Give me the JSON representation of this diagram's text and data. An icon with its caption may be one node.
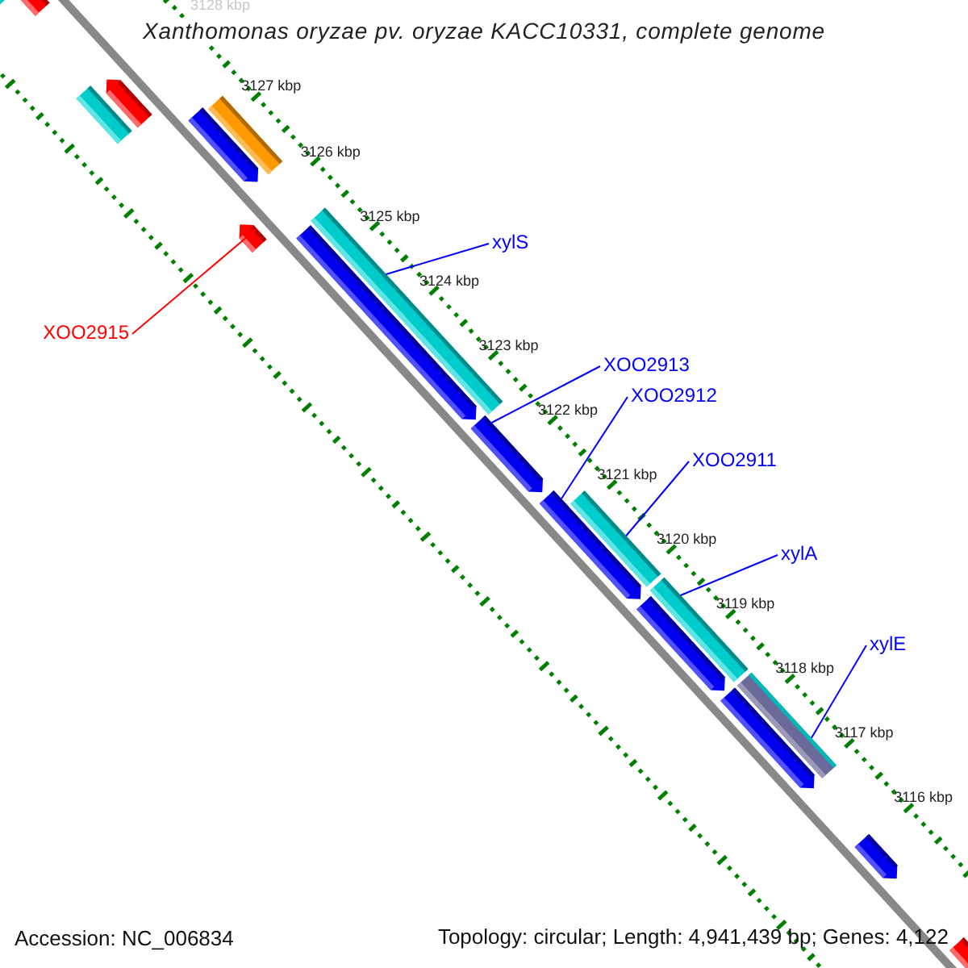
{
  "diagram": {
    "title": "Xanthomonas oryzae pv. oryzae KACC10331, complete genome",
    "nodes": [
      {
        "text": [
          "xylS"
        ]
      },
      {
        "text": [
          "XOO2913"
        ]
      },
      {
        "text": [
          "XOO2912"
        ]
      },
      {
        "text": [
          "XOO2911"
        ]
      },
      {
        "text": [
          "xylA"
        ]
      },
      {
        "text": [
          "xylE"
        ]
      },
      {
        "text": [
          "XOO2915"
        ]
      },
      {
        "text": [],
        "shape": "pentagon"
      },
      {
        "text": [],
        "shape": "bar"
      },
      {
        "text": [],
        "shape": "pentagon"
      },
      {
        "text": [],
        "shape": "bar"
      },
      {
        "text": [],
        "shape": "bar"
      },
      {
        "text": [],
        "shape": "pentagon"
      },
      {
        "text": [],
        "shape": "bar"
      },
      {
        "text": [],
        "shape": "pentagon"
      },
      {
        "text": [],
        "shape": "pentagon"
      },
      {
        "text": [],
        "shape": "pentagon"
      },
      {
        "text": [],
        "shape": "pentagon"
      },
      {
        "text": [],
        "shape": "bar"
      },
      {
        "text": [],
        "shape": "bar"
      },
      {
        "text": [],
        "shape": "pentagon"
      },
      {
        "text": [],
        "shape": "bar"
      },
      {
        "text": [],
        "shape": "pentagon"
      },
      {
        "text": [],
        "shape": "pentagon"
      },
      {
        "text": [],
        "shape": "pentagon"
      }
    ],
    "edges": [
      {
        "from": 0,
        "to": 13,
        "arrow": "none"
      },
      {
        "from": 1,
        "to": 16,
        "arrow": "none"
      },
      {
        "from": 2,
        "to": 17,
        "arrow": "none"
      },
      {
        "from": 3,
        "to": 18,
        "arrow": "none"
      },
      {
        "from": 4,
        "to": 19,
        "arrow": "none"
      },
      {
        "from": 5,
        "to": 21,
        "arrow": "none"
      },
      {
        "from": 6,
        "to": 14,
        "arrow": "none",
        "color": "#ff0000"
      }
    ],
    "labels": [
      "3128 kbp",
      "3127 kbp",
      "3126 kbp",
      "3125 kbp",
      "3124 kbp",
      "3123 kbp",
      "3122 kbp",
      "3121 kbp",
      "3120 kbp",
      "3119 kbp",
      "3118 kbp",
      "3117 kbp",
      "3116 kbp",
      "Accession: NC_006834",
      "Topology: circular; Length: 4,941,439 bp; Genes: 4,122"
    ]
  }
}
